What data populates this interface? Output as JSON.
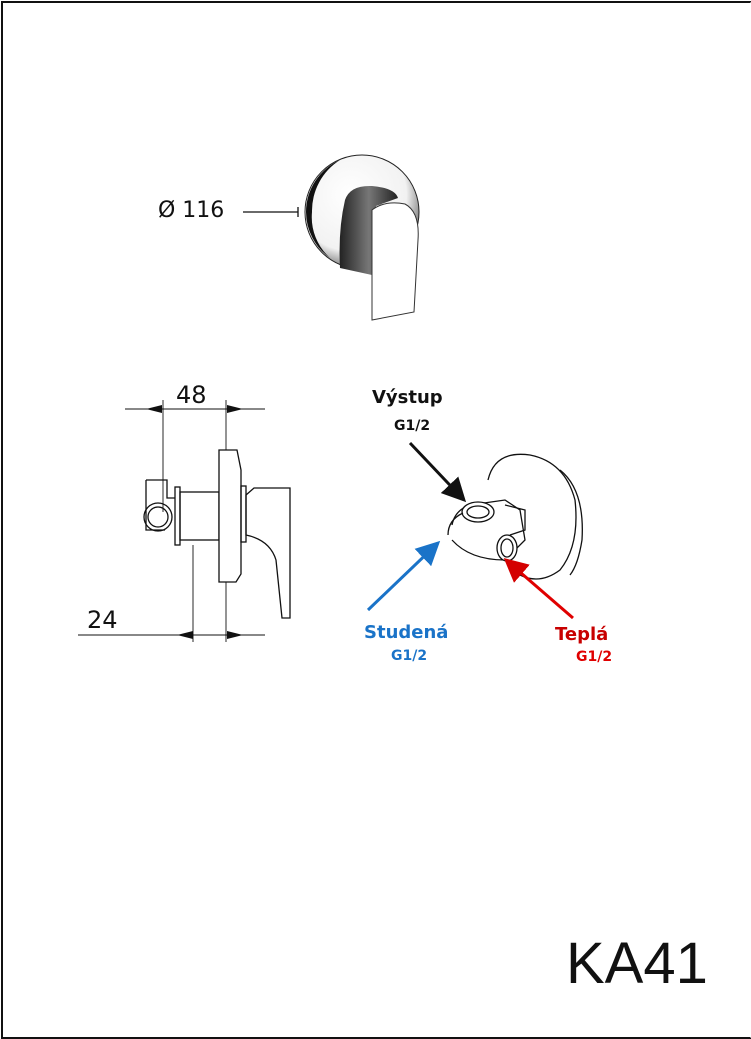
{
  "dimensions": {
    "diameter": "Ø 116",
    "depth": "48",
    "offset": "24"
  },
  "connections": {
    "outlet": {
      "label": "Výstup",
      "thread": "G1/2",
      "color": "#111111"
    },
    "cold": {
      "label": "Studená",
      "thread": "G1/2",
      "color": "#1a73c8"
    },
    "hot": {
      "label": "Teplá",
      "thread": "G1/2",
      "color": "#d40000"
    }
  },
  "model": "KA41"
}
